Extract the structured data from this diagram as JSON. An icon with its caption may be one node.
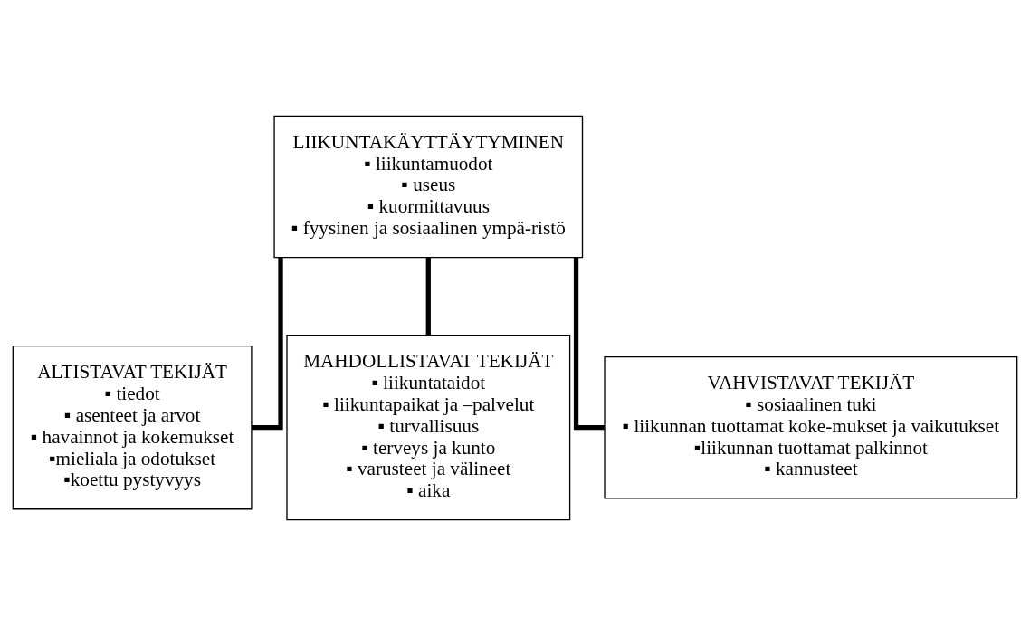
{
  "diagram": {
    "nodes": [
      {
        "text": [
          "LIIKUNTAKÄYTTÄYTYMINEN",
          "▪ liikuntamuodot",
          "▪ useus",
          "▪ kuormittavuus",
          "▪ fyysinen ja sosiaalinen ympä-ristö"
        ]
      },
      {
        "text": [
          "ALTISTAVAT TEKIJÄT",
          "▪ tiedot",
          "▪ asenteet ja arvot",
          "▪ havainnot ja kokemukset",
          "▪mieliala ja odotukset",
          "▪koettu pystyvyys"
        ]
      },
      {
        "text": [
          "MAHDOLLISTAVAT TEKIJÄT",
          "▪ liikuntataidot",
          "▪ liikuntapaikat ja –palvelut",
          "▪ turvallisuus",
          "▪ terveys ja kunto",
          "▪ varusteet ja välineet",
          "▪ aika"
        ]
      },
      {
        "text": [
          "VAHVISTAVAT TEKIJÄT",
          "▪ sosiaalinen tuki",
          "▪ liikunnan tuottamat koke-mukset ja vaikutukset",
          "▪liikunnan tuottamat palkinnot",
          "▪ kannusteet"
        ]
      }
    ],
    "edges": [
      {
        "from": 0,
        "to": 1,
        "arrow": "none"
      },
      {
        "from": 0,
        "to": 2,
        "arrow": "none"
      },
      {
        "from": 0,
        "to": 3,
        "arrow": "none"
      }
    ]
  }
}
